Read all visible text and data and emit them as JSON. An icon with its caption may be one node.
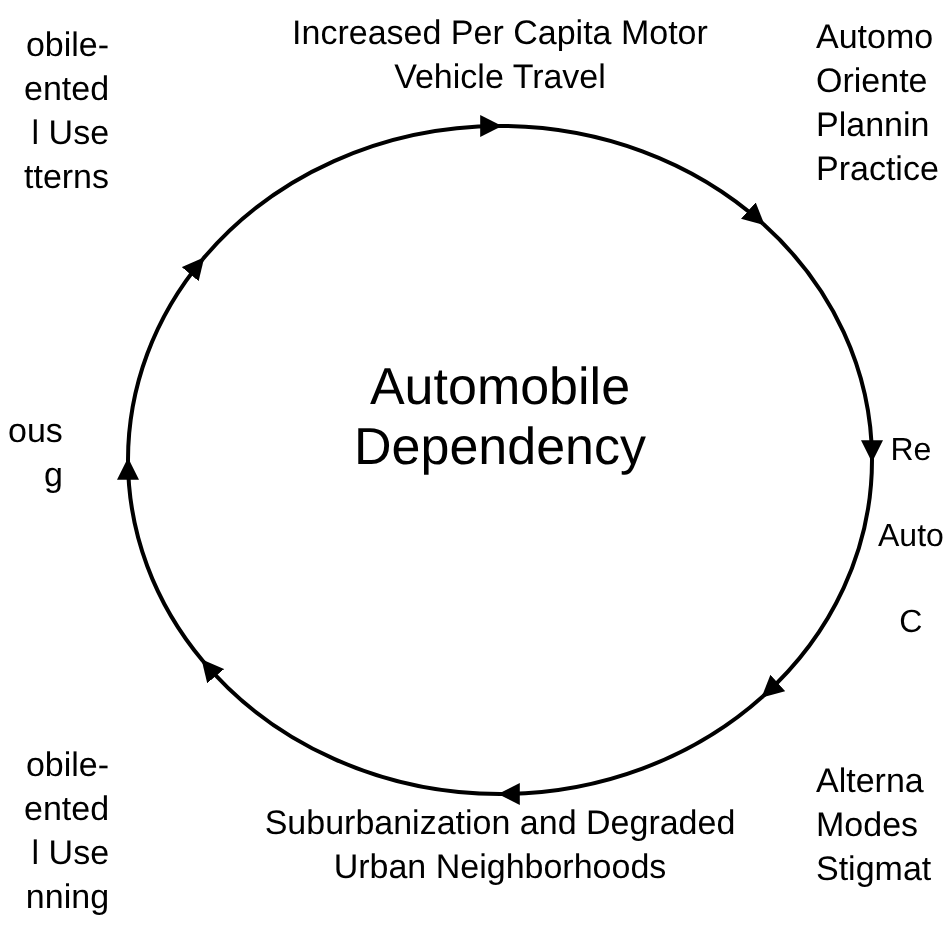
{
  "diagram": {
    "nodes": [
      {
        "text": [
          "Increased Per Capita Motor Vehicle Travel"
        ]
      },
      {
        "text": [
          "Automo Oriente Plannin Practice"
        ]
      },
      {
        "text": [
          "Re Auto C"
        ]
      },
      {
        "text": [
          "Alterna Modes Stigmat"
        ]
      },
      {
        "text": [
          "Suburbanization and Degraded Urban Neighborhoods"
        ]
      },
      {
        "text": [
          "obile- ented l Use nning"
        ]
      },
      {
        "text": [
          "ous g"
        ]
      },
      {
        "text": [
          "obile- ented l Use tterns"
        ]
      }
    ],
    "edges": [
      {
        "from": 0,
        "to": 1,
        "arrow": "to"
      },
      {
        "from": 1,
        "to": 2,
        "arrow": "to"
      },
      {
        "from": 2,
        "to": 3,
        "arrow": "to"
      },
      {
        "from": 3,
        "to": 4,
        "arrow": "to"
      },
      {
        "from": 4,
        "to": 5,
        "arrow": "to"
      },
      {
        "from": 5,
        "to": 6,
        "arrow": "to"
      },
      {
        "from": 6,
        "to": 7,
        "arrow": "to"
      },
      {
        "from": 7,
        "to": 0,
        "arrow": "to"
      }
    ],
    "labels": [
      "Automobile Dependency"
    ]
  }
}
